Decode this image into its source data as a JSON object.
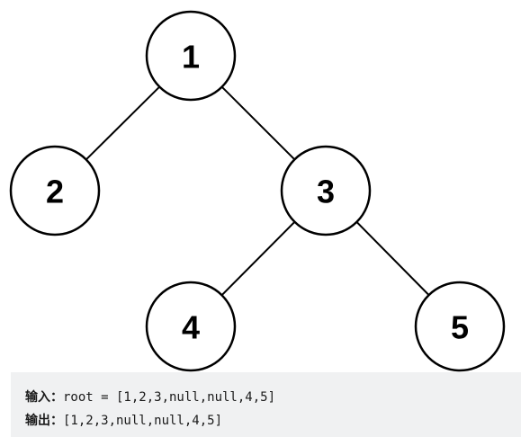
{
  "tree": {
    "nodes": [
      {
        "id": "n1",
        "value": "1"
      },
      {
        "id": "n2",
        "value": "2"
      },
      {
        "id": "n3",
        "value": "3"
      },
      {
        "id": "n4",
        "value": "4"
      },
      {
        "id": "n5",
        "value": "5"
      }
    ],
    "edges": [
      {
        "from": "n1",
        "to": "n2"
      },
      {
        "from": "n1",
        "to": "n3"
      },
      {
        "from": "n3",
        "to": "n4"
      },
      {
        "from": "n3",
        "to": "n5"
      }
    ]
  },
  "example": {
    "input_label": "输入：",
    "input_value": "root = [1,2,3,null,null,4,5]",
    "output_label": "输出：",
    "output_value": "[1,2,3,null,null,4,5]"
  }
}
